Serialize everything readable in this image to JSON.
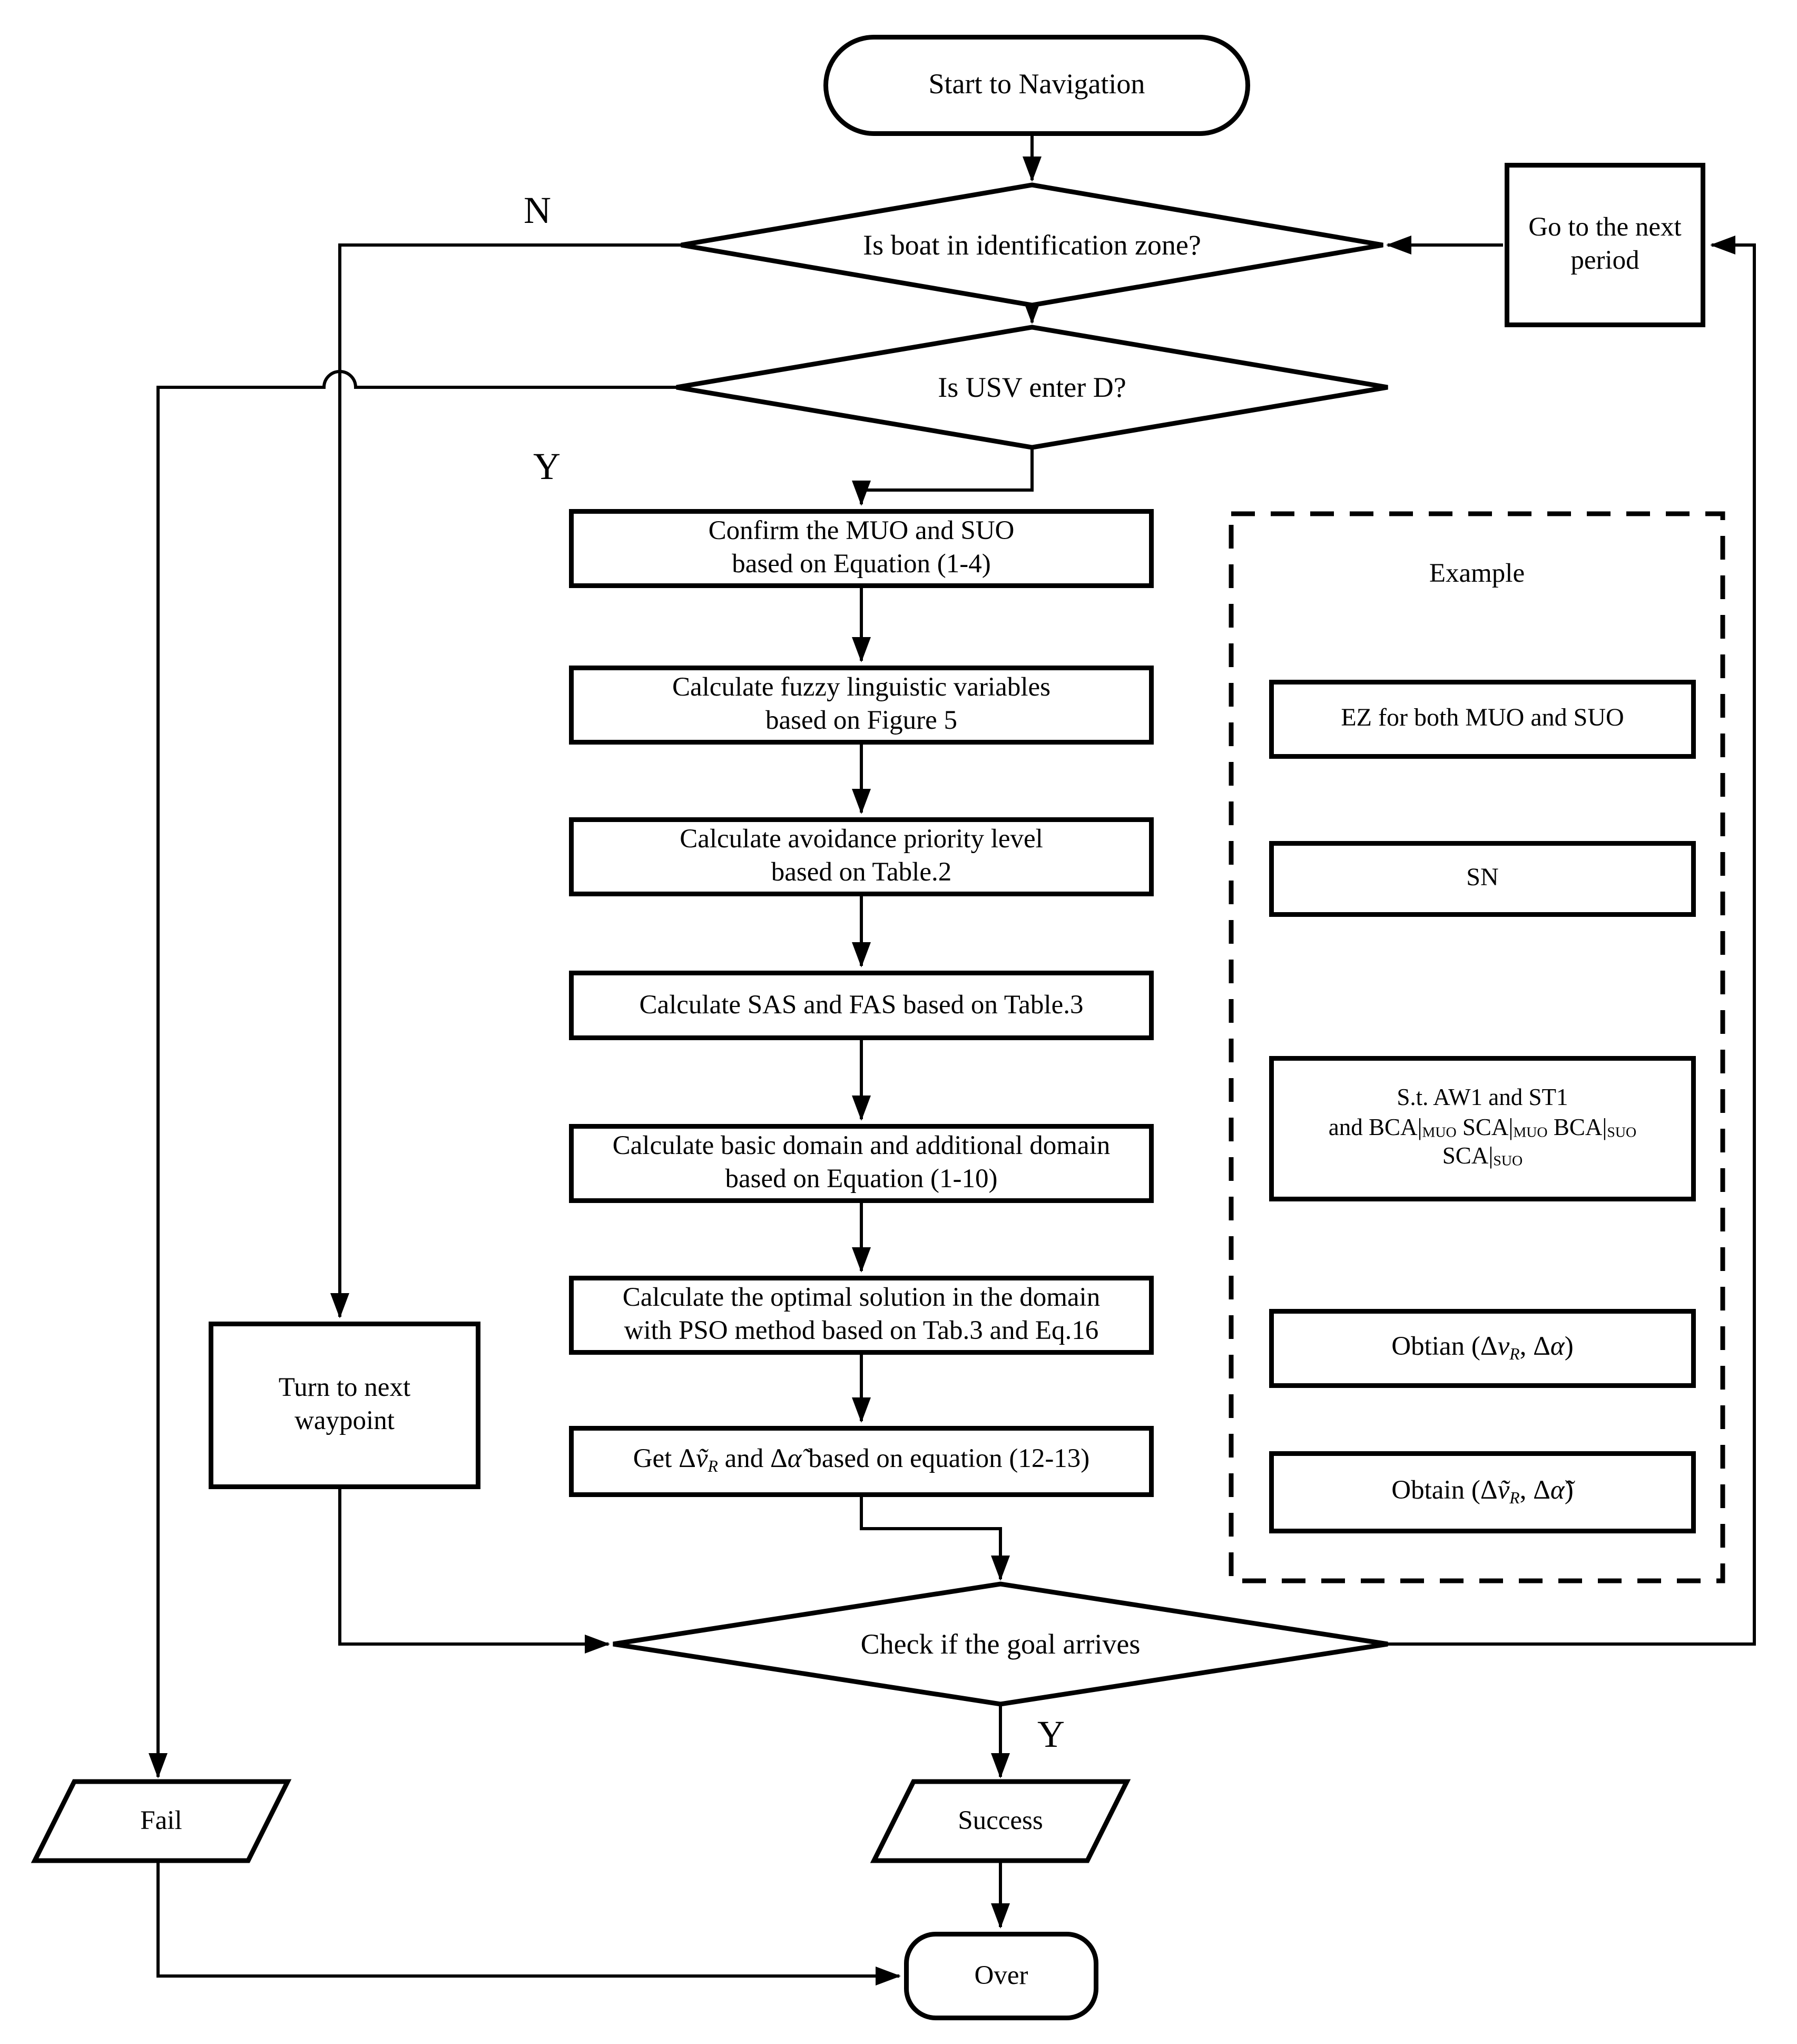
{
  "flow": {
    "start": "Start to Navigation",
    "d1": "Is boat in identification zone?",
    "goto_box": {
      "line1": "Go to the next",
      "line2": "period"
    },
    "d2": "Is USV enter D?",
    "b1": {
      "line1": "Confirm the MUO and SUO",
      "line2": "based on Equation (1-4)"
    },
    "b2": {
      "line1": "Calculate fuzzy linguistic variables",
      "line2": "based on Figure 5"
    },
    "b3": {
      "line1": "Calculate avoidance priority level",
      "line2": "based on Table.2"
    },
    "b4": "Calculate SAS and FAS based on Table.3",
    "b5": {
      "line1": "Calculate basic domain and additional domain",
      "line2": "based on Equation (1-10)"
    },
    "b6": {
      "line1": "Calculate the optimal solution in the domain",
      "line2": "with PSO method based on Tab.3 and Eq.16"
    },
    "b7": {
      "t1": "Get Δ",
      "v": "ṽ",
      "vsub": "R",
      "t2": " and Δ",
      "a": "α̃",
      "t3": " based on equation (12-13)"
    },
    "turn": {
      "line1": "Turn to next",
      "line2": "waypoint"
    },
    "check": "Check if the goal arrives",
    "success": "Success",
    "fail": "Fail",
    "over": "Over"
  },
  "labels": {
    "n1": "N",
    "y1": "Y",
    "y2": "Y"
  },
  "example": {
    "title": "Example",
    "ez": "EZ for both MUO and SUO",
    "sn": "SN",
    "st": {
      "line1": "S.t. AW1 and ST1",
      "l2a": "and BCA|",
      "l2b": "MUO",
      "l2c": " SCA|",
      "l2d": "MUO",
      "l2e": " BCA|",
      "l2f": "SUO",
      "l3a": "SCA|",
      "l3b": "SUO"
    },
    "obtian": {
      "t1": "Obtian ",
      "t2": "(Δ",
      "v": "v",
      "sub": "R",
      "t3": ", Δ",
      "a": "α",
      "t4": ")"
    },
    "obtain": {
      "t1": "Obtain ",
      "t2": "(Δ",
      "v": "ṽ",
      "sub": "R",
      "t3": ", Δ",
      "a": "α̃",
      "t4": ")"
    }
  },
  "colors": {
    "ink": "#000000",
    "paper": "#ffffff"
  }
}
